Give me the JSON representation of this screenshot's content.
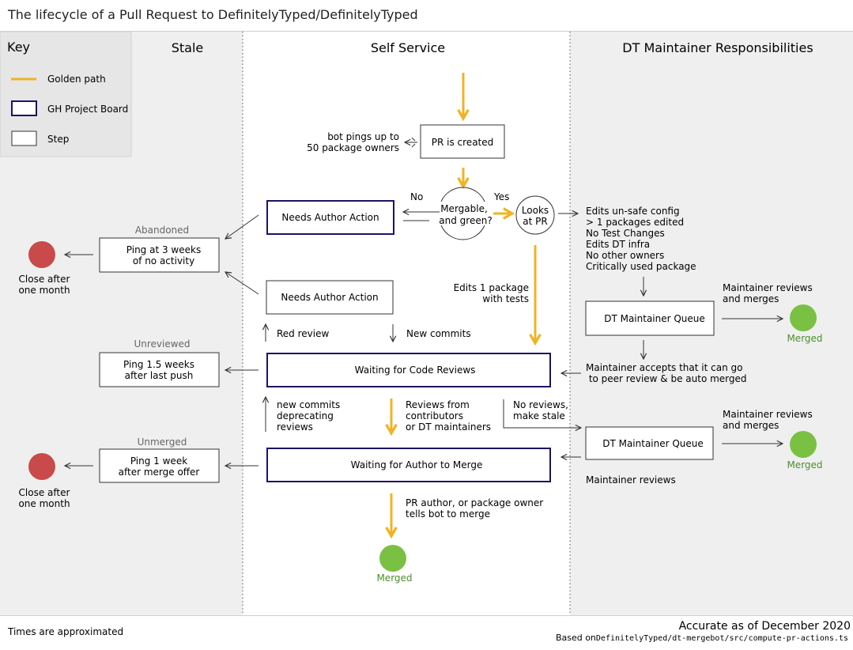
{
  "title": "The lifecycle of a Pull Request to DefinitelyTyped/DefinitelyTyped",
  "columns": {
    "stale": "Stale",
    "self_service": "Self Service",
    "dt": "DT Maintainer Responsibilities"
  },
  "key": {
    "title": "Key",
    "golden": "Golden path",
    "board": "GH Project Board",
    "step": "Step"
  },
  "nodes": {
    "pr_created": "PR is created",
    "needs_author_1": "Needs Author Action",
    "needs_author_2": "Needs Author Action",
    "mergable": [
      "Mergable,",
      "and green?"
    ],
    "looks": [
      "Looks",
      "at PR"
    ],
    "waiting_reviews": "Waiting for Code Reviews",
    "waiting_merge": "Waiting for Author to Merge",
    "dt_queue_1": "DT Maintainer Queue",
    "dt_queue_2": "DT Maintainer Queue",
    "ping_3w": [
      "Ping at 3 weeks",
      "of no activity"
    ],
    "ping_15w": [
      "Ping 1.5 weeks",
      "after last push"
    ],
    "ping_1w": [
      "Ping 1 week",
      "after merge offer"
    ],
    "merged": "Merged",
    "close_after": [
      "Close after",
      "one month"
    ]
  },
  "labels": {
    "bot_pings": [
      "bot pings up to",
      "50 package owners"
    ],
    "no": "No",
    "yes": "Yes",
    "abandoned": "Abandoned",
    "unreviewed": "Unreviewed",
    "unmerged": "Unmerged",
    "conditions": [
      "Edits un-safe config",
      "> 1 packages edited",
      "No Test Changes",
      "Edits DT infra",
      "No other owners",
      "Critically used package"
    ],
    "edits_one": [
      "Edits 1 package",
      "with tests"
    ],
    "red_review": "Red review",
    "new_commits": "New commits",
    "maint_reviews_merges": [
      "Maintainer reviews",
      "and merges"
    ],
    "maint_accepts": [
      "Maintainer accepts that it can go",
      " to peer review & be auto merged"
    ],
    "new_commits_deprecating": [
      "new commits",
      "deprecating",
      "reviews"
    ],
    "reviews_from": [
      "Reviews from",
      "contributors",
      "or DT maintainers"
    ],
    "no_reviews": [
      "No reviews,",
      "make stale"
    ],
    "maintainer_reviews": "Maintainer reviews",
    "pr_author": [
      "PR author, or package owner",
      "tells bot to merge"
    ]
  },
  "footer": {
    "approx": "Times are approximated",
    "accurate": "Accurate as of December 2020",
    "based_on": "Based on",
    "based_path": "DefinitelyTyped/dt-mergebot/src/compute-pr-actions.ts"
  },
  "colors": {
    "golden": "#f0b323",
    "board": "#1b1464",
    "merged": "#7ac143",
    "closed": "#c94a4a",
    "lane": "#efefef"
  }
}
